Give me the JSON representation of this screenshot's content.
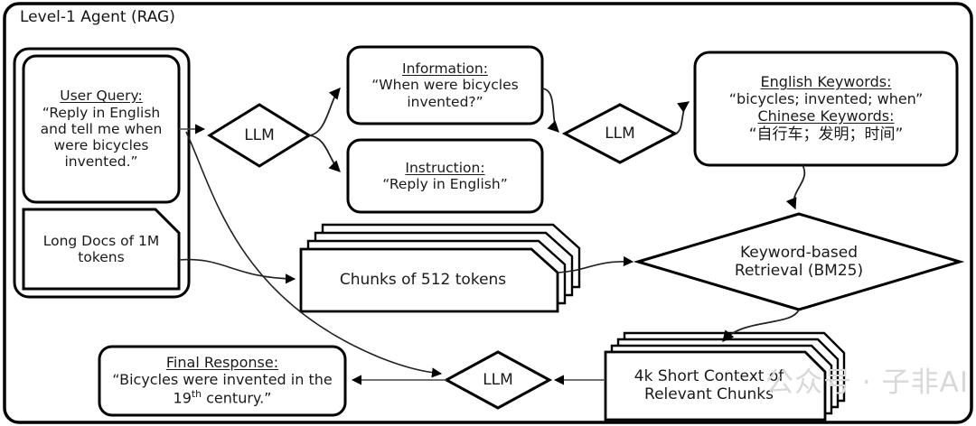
{
  "outer": {
    "label": "Level-1 Agent (RAG)"
  },
  "nodes": {
    "user_query": {
      "title": "User Query:",
      "body": "“Reply in English and tell me when were bicycles invented.”"
    },
    "long_docs": {
      "body": "Long Docs of 1M tokens"
    },
    "llm_1": {
      "label": "LLM"
    },
    "information": {
      "title": "Information:",
      "body": "“When were bicycles invented?”"
    },
    "instruction": {
      "title": "Instruction:",
      "body": "“Reply in English”"
    },
    "llm_2": {
      "label": "LLM"
    },
    "keywords": {
      "title_en": "English Keywords:",
      "body_en": "“bicycles; invented; when”",
      "title_zh": "Chinese Keywords:",
      "body_zh": "“自行车；发明；时间”"
    },
    "chunks": {
      "body": "Chunks of 512 tokens"
    },
    "retrieval": {
      "line1": "Keyword-based",
      "line2": "Retrieval (BM25)"
    },
    "short_context": {
      "line1": "4k Short Context of",
      "line2": "Relevant Chunks"
    },
    "llm_3": {
      "label": "LLM"
    },
    "final_response": {
      "title": "Final Response:",
      "body_pre": "“Bicycles were invented in the 19",
      "body_sup": "th",
      "body_post": " century.”"
    }
  },
  "watermark": {
    "text": "公众号 · 子非AI"
  },
  "colors": {
    "stroke": "#000000",
    "background": "#ffffff",
    "text": "#1a1a1a",
    "thin_stroke": "#333333",
    "watermark": "#d8d8d8"
  }
}
